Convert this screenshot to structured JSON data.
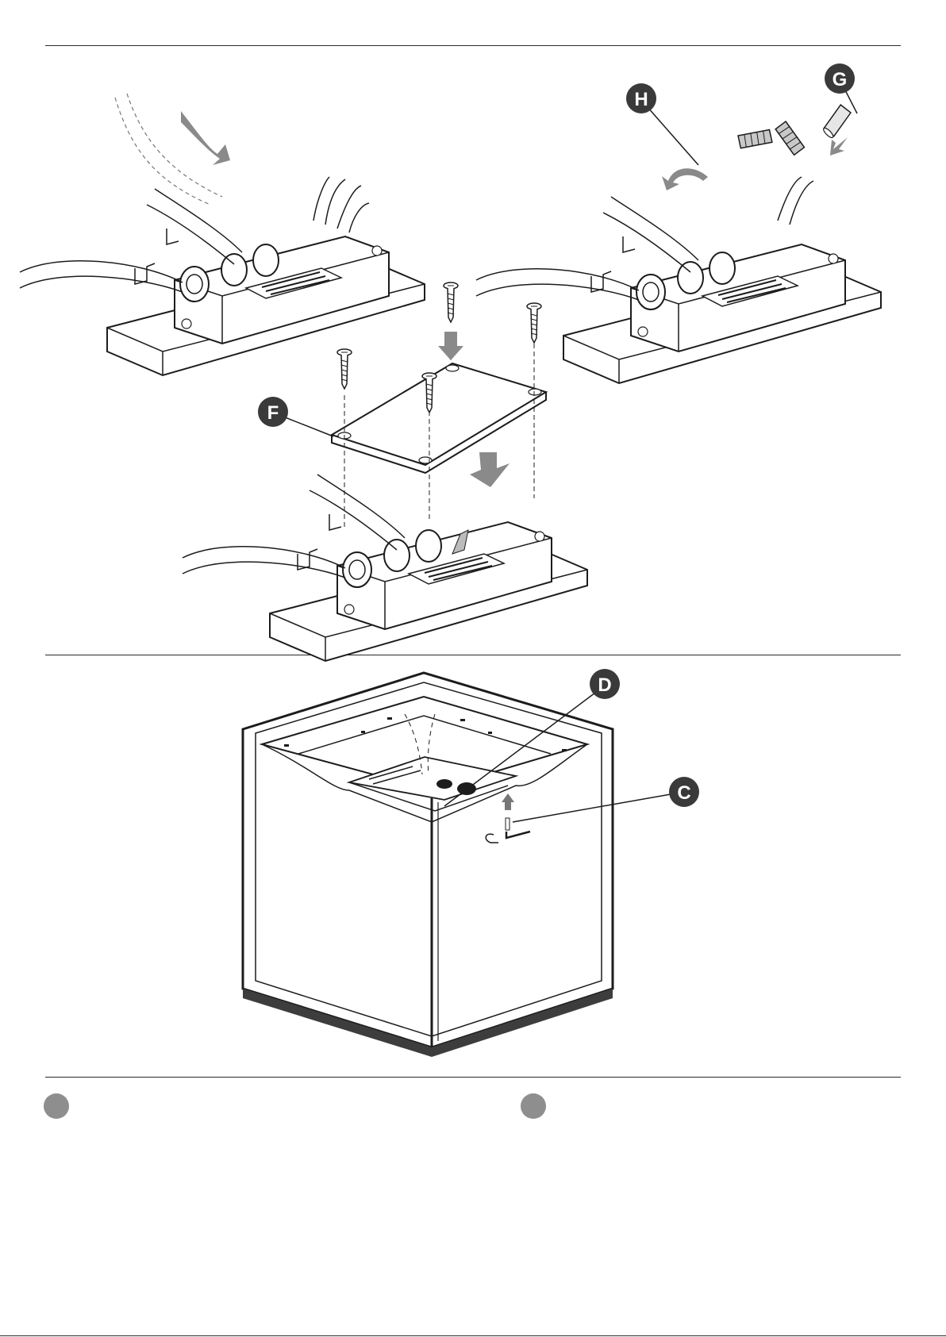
{
  "callouts": {
    "f": "F",
    "g": "G",
    "h": "H",
    "d": "D",
    "c": "C"
  },
  "colors": {
    "line": "#1c1c1c",
    "badge": "#3a3a3a",
    "arrow": "#8a8a8a",
    "step_dot": "#8e8e8e",
    "base_edge": "#3d3d3d"
  },
  "icons": [
    "screw-icon",
    "wire-nut-icon",
    "arrow-down-icon",
    "rotate-arrow-icon",
    "allen-key-icon"
  ]
}
